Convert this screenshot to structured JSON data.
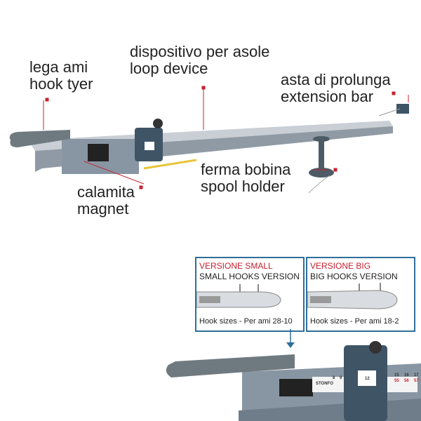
{
  "labels": {
    "hook_tyer": {
      "it": "lega ami",
      "en": "hook tyer"
    },
    "loop_device": {
      "it": "dispositivo per asole",
      "en": "loop device"
    },
    "extension_bar": {
      "it": "asta di prolunga",
      "en": "extension bar"
    },
    "spool_holder": {
      "it": "ferma bobina",
      "en": "spool holder"
    },
    "magnet": {
      "it": "calamita",
      "en": "magnet"
    }
  },
  "versions": [
    {
      "it": "VERSIONE SMALL",
      "en": "SMALL HOOKS VERSION",
      "sizes": "Hook sizes - Per ami 28-10"
    },
    {
      "it": "VERSIONE BIG",
      "en": "BIG HOOKS VERSION",
      "sizes": "Hook sizes - Per ami 18-2"
    }
  ],
  "detail": {
    "brand": "STONFO",
    "scale_top": [
      "8",
      "9",
      "12",
      "15",
      "16",
      "17"
    ],
    "scale_bottom": [
      "55",
      "56",
      "57"
    ]
  },
  "colors": {
    "accent": "#c8202f",
    "frame": "#2f6f9a",
    "body": "#7b8a99",
    "dark": "#3f5566"
  }
}
